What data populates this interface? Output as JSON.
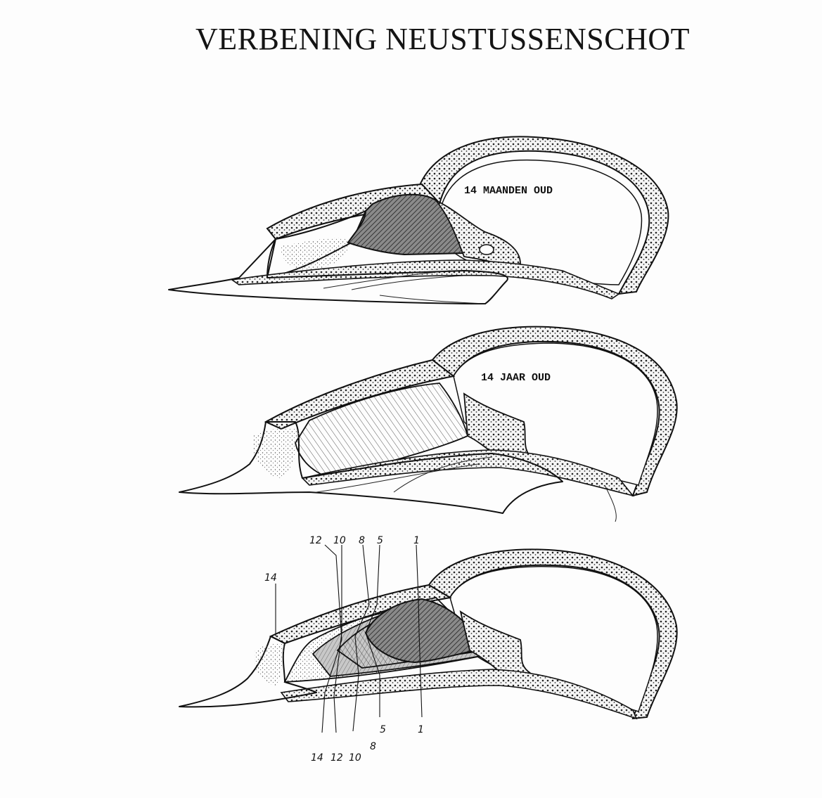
{
  "title": "VERBENING NEUSTUSSENSCHOT",
  "panels": {
    "top": {
      "label": "14 MAANDEN OUD"
    },
    "middle": {
      "label": "14 JAAR OUD"
    },
    "bottom": {
      "top_numbers": [
        "14",
        "12",
        "10",
        "8",
        "5",
        "1"
      ],
      "bottom_numbers": [
        "14",
        "12",
        "10",
        "8",
        "5",
        "1"
      ]
    }
  }
}
